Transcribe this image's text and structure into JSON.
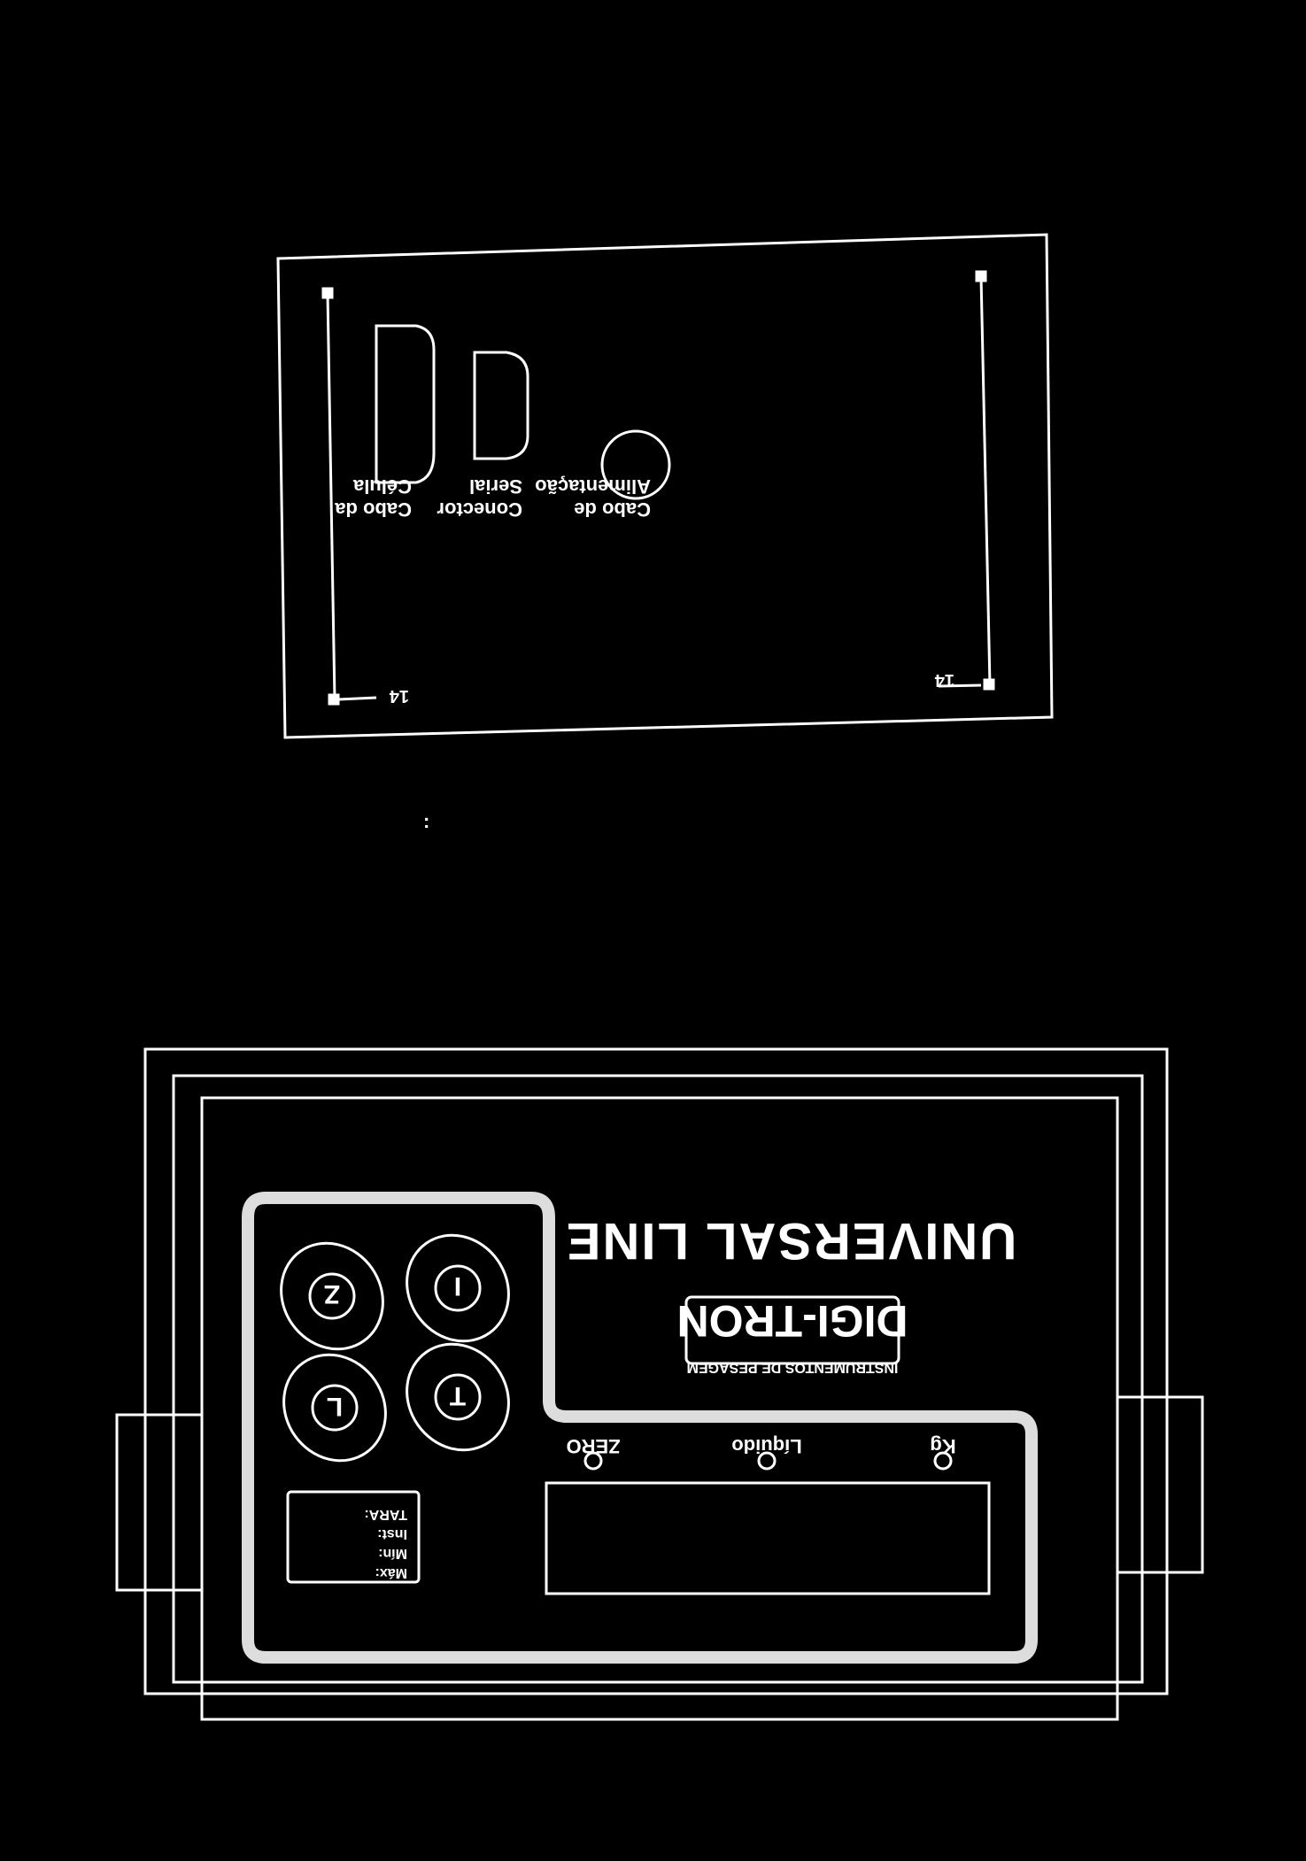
{
  "colors": {
    "background": "#000000",
    "line": "#ffffff"
  },
  "back_panel": {
    "dimension_label_top": "14",
    "dimension_label_bottom": "14",
    "connectors": [
      {
        "line1": "Cabo da",
        "line2": "Célula"
      },
      {
        "line1": "Conector",
        "line2": "Serial"
      },
      {
        "line1": "Cabo de",
        "line2": "Alimentação"
      }
    ]
  },
  "front_panel": {
    "brand_line": "UNIVERSAL LINE",
    "logo_text": "DIGI-TRON",
    "logo_subtitle": "INSTRUMENTOS DE PESAGEM",
    "keys": [
      "Z",
      "I",
      "L",
      "T"
    ],
    "indicators": [
      "ZERO",
      "Líquido",
      "Kg"
    ],
    "legend": [
      "TARA:",
      "Inst:",
      "Mín:",
      "Máx:"
    ]
  }
}
